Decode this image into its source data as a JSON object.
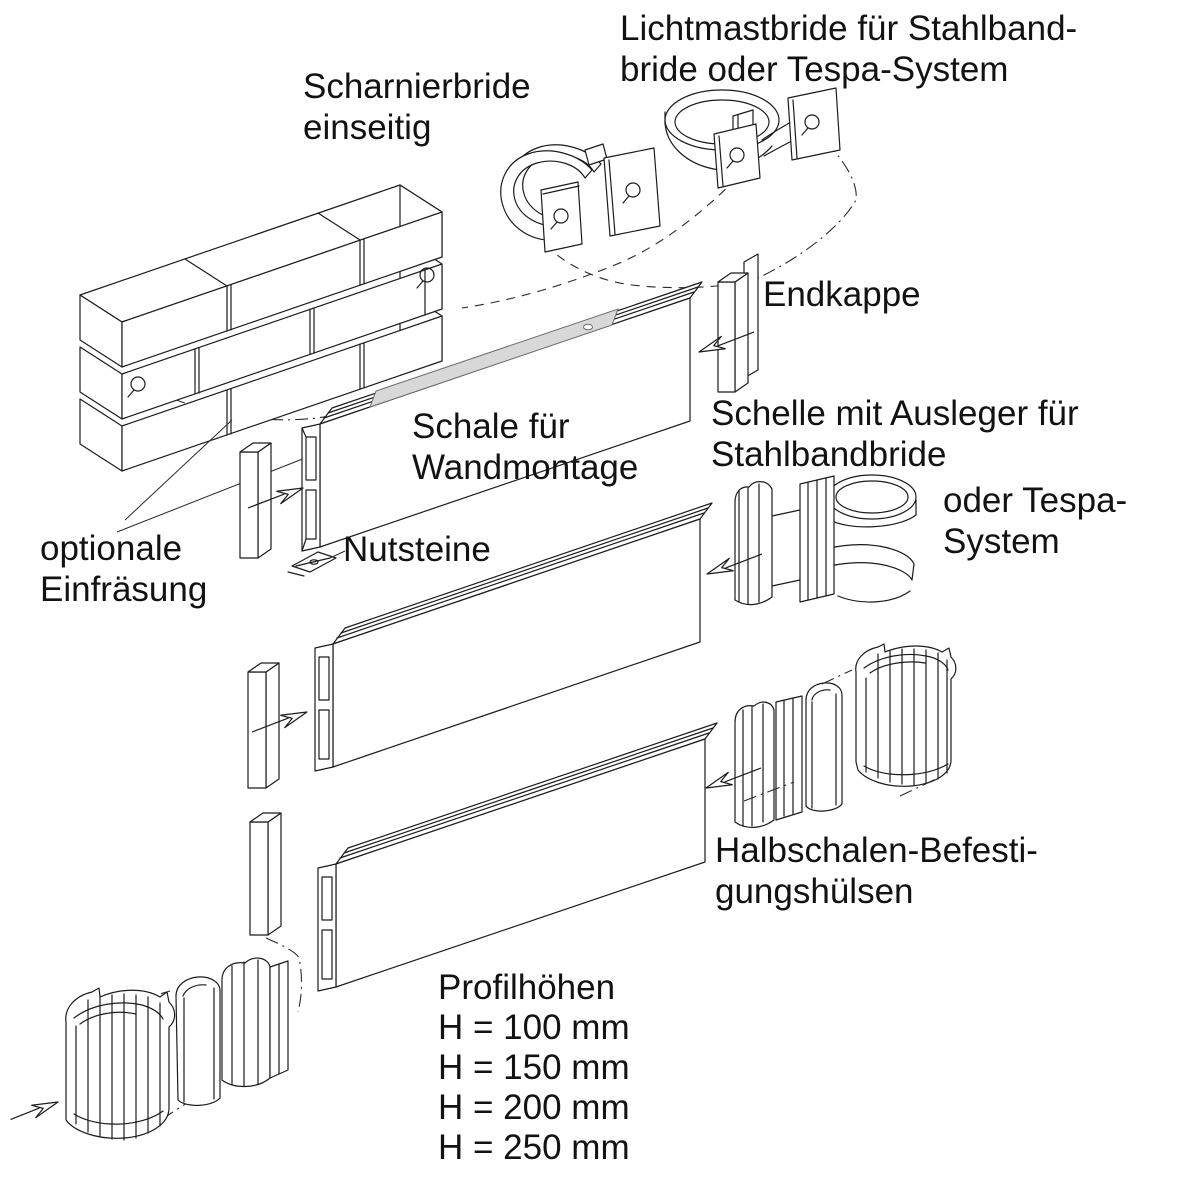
{
  "figure": {
    "type": "exploded technical illustration",
    "background": "#ffffff",
    "ink": "#1c1c1c",
    "schale_strip_color": "#d8d8d8"
  },
  "labels": {
    "lichtmastbride": {
      "line1": "Lichtmastbride für Stahlband-",
      "line2": "bride oder Tespa-System"
    },
    "scharnierbride": {
      "line1": "Scharnierbride",
      "line2": "einseitig"
    },
    "endkappe": "Endkappe",
    "schale": {
      "line1": "Schale für",
      "line2": "Wandmontage"
    },
    "schelle": {
      "line1": "Schelle mit Ausleger für",
      "line2": "Stahlbandbride"
    },
    "tespa": {
      "line1": "oder Tespa-",
      "line2": "System"
    },
    "nutsteine": "Nutsteine",
    "einfraesung": {
      "line1": "optionale",
      "line2": "Einfräsung"
    },
    "halbschalen": {
      "line1": "Halbschalen-Befesti-",
      "line2": "gungshülsen"
    },
    "profilhoehen": {
      "title": "Profilhöhen",
      "heights": [
        "H = 100 mm",
        "H = 150 mm",
        "H = 200 mm",
        "H = 250 mm"
      ]
    }
  }
}
